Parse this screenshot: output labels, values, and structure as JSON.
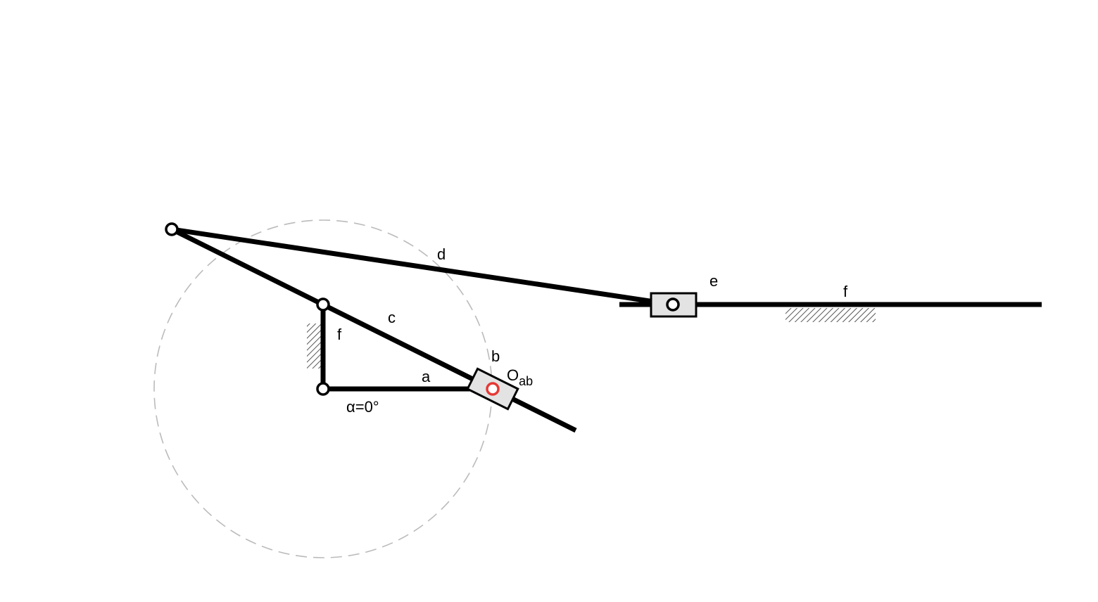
{
  "diagram": {
    "labels": {
      "a": "a",
      "b": "b",
      "c": "c",
      "d": "d",
      "e": "e",
      "f_ground": "f",
      "f_rail": "f",
      "o_main": "O",
      "o_sub": "ab",
      "angle": "α=0°"
    },
    "colors": {
      "link": "#000000",
      "joint_fill": "#ffffff",
      "active_joint": "#e53935",
      "slider_fill": "#e3e3e3",
      "trace_circle": "#bbbbbb",
      "hatch": "#555555"
    }
  }
}
